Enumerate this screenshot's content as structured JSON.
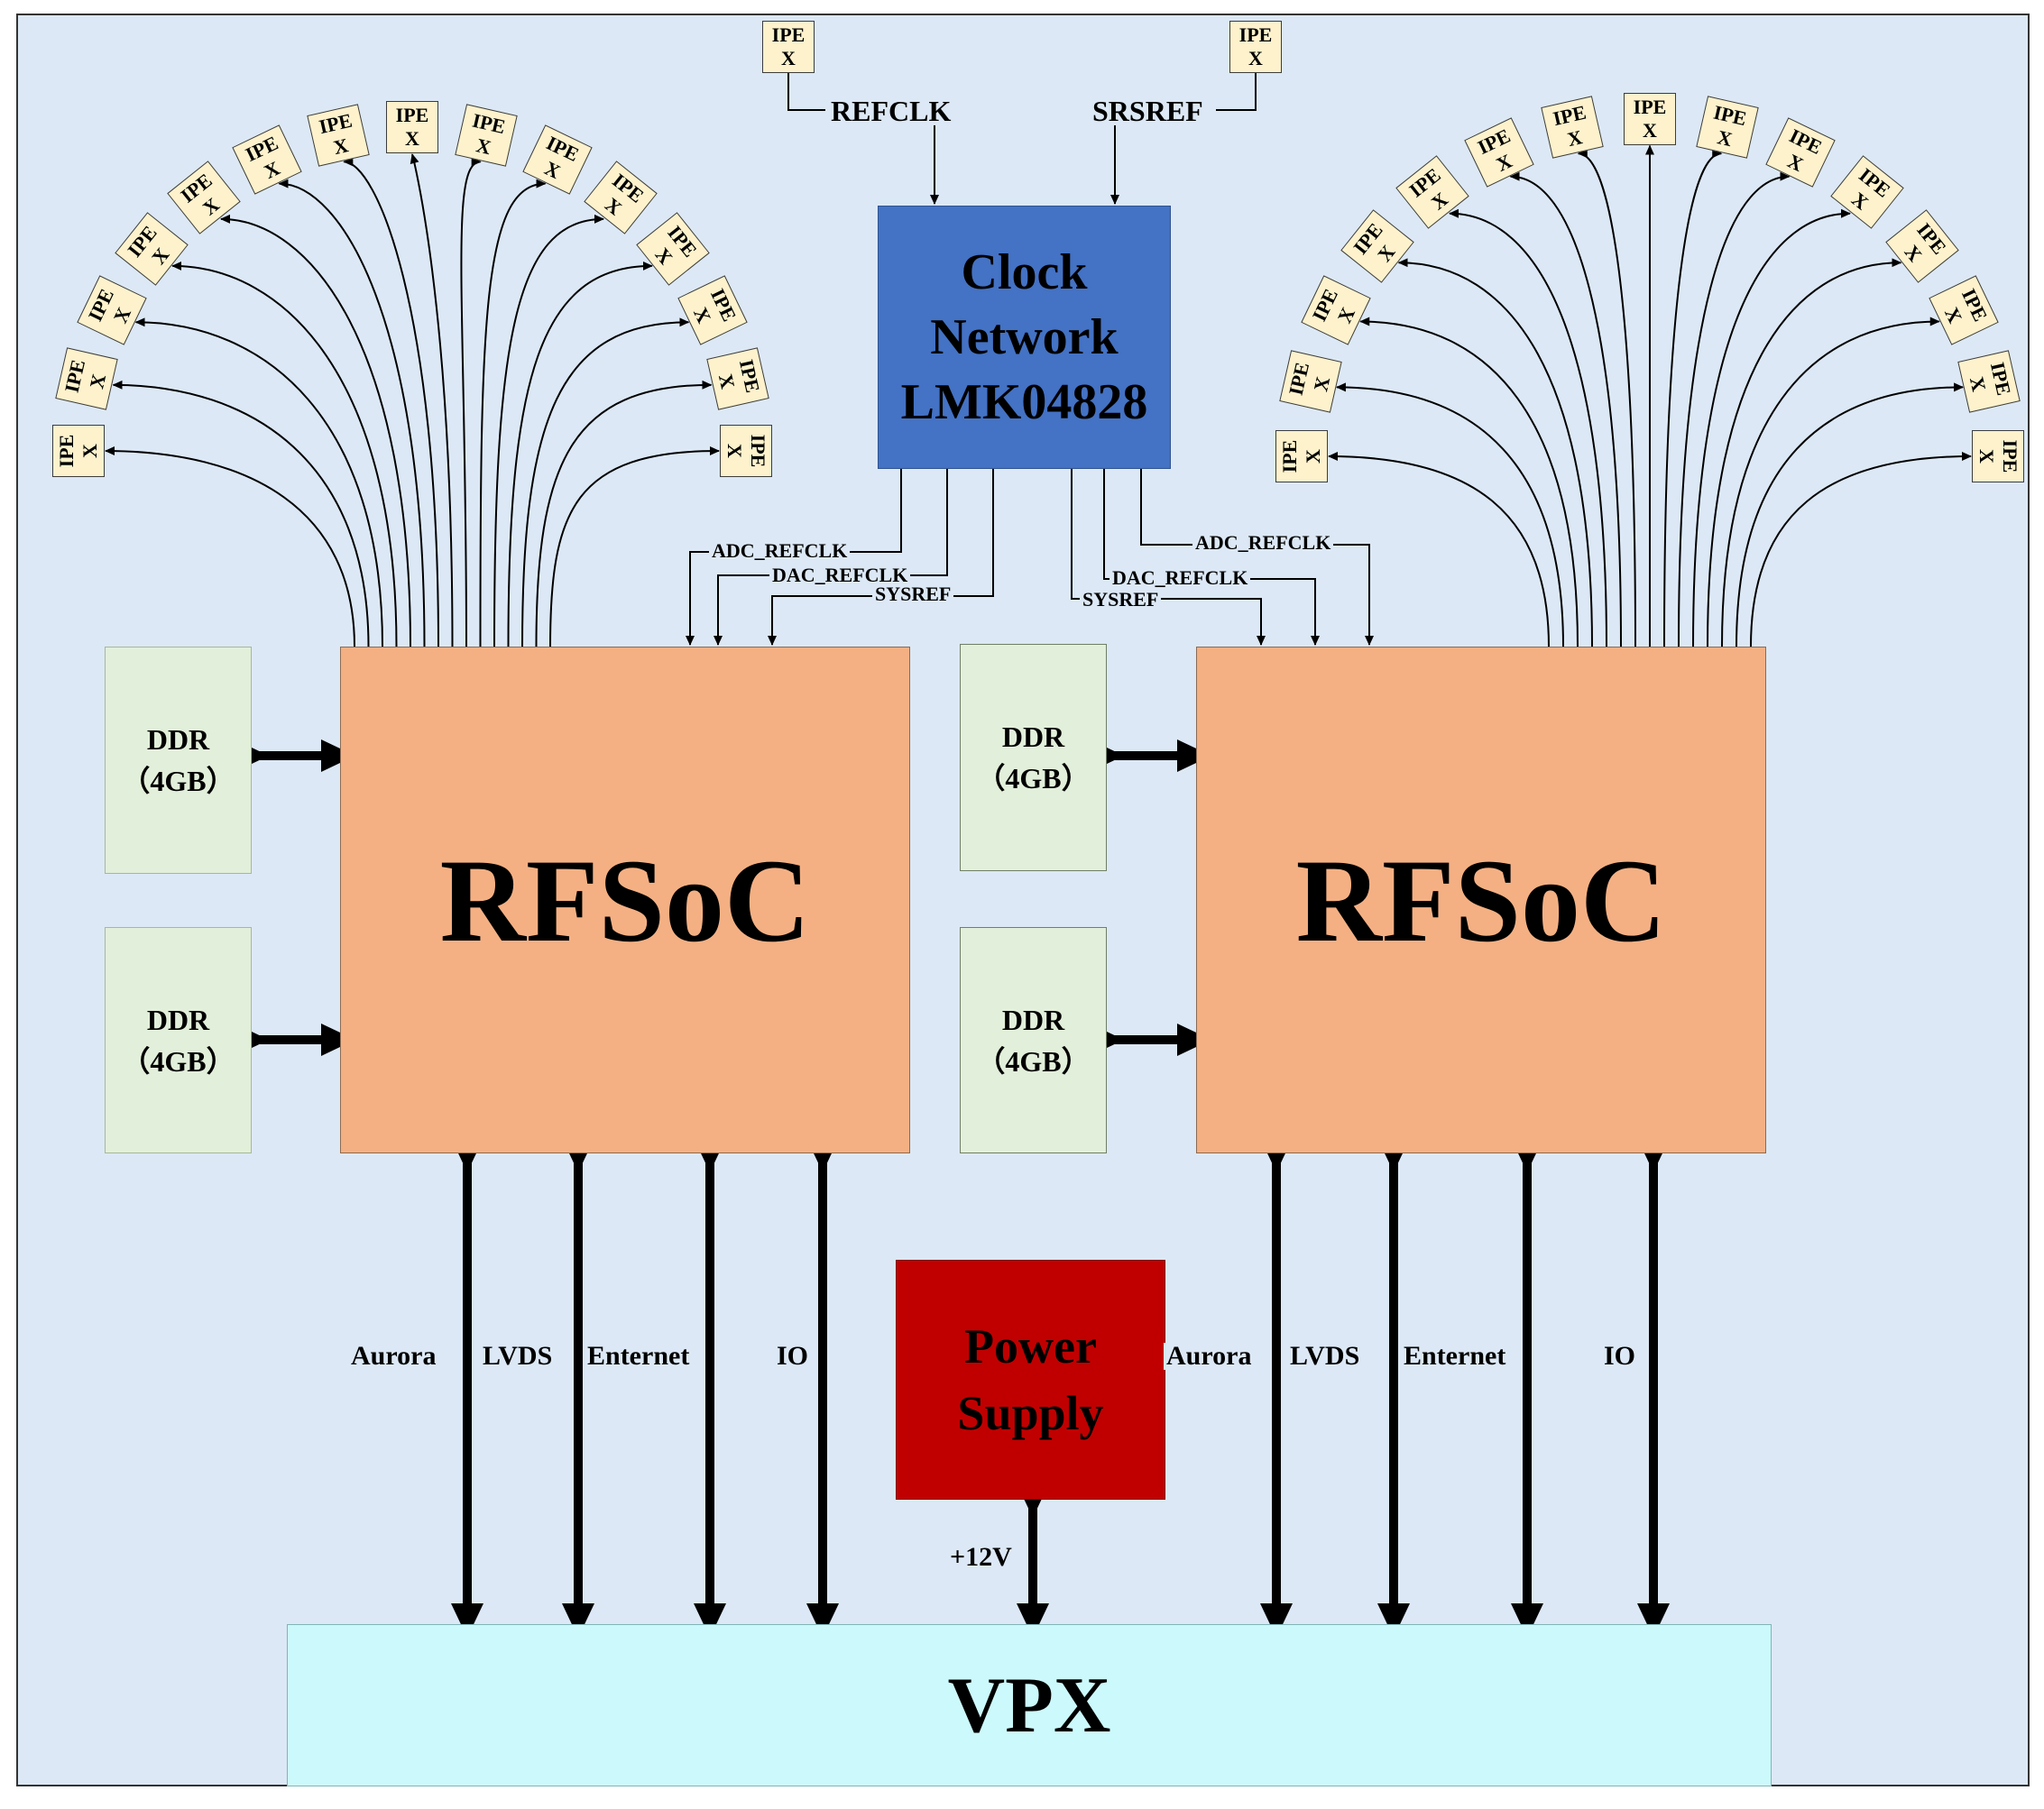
{
  "clock": {
    "line1": "Clock",
    "line2": "Network",
    "line3": "LMK04828"
  },
  "top_refs": {
    "left": {
      "ipe_top": "IPE",
      "ipe_bottom": "X",
      "signal": "REFCLK"
    },
    "right": {
      "ipe_top": "IPE",
      "ipe_bottom": "X",
      "signal": "SRSREF"
    }
  },
  "ipe_label": {
    "top": "IPE",
    "bottom": "X"
  },
  "clock_signals": {
    "left": [
      "ADC_REFCLK",
      "DAC_REFCLK",
      "SYSREF"
    ],
    "right": [
      "ADC_REFCLK",
      "DAC_REFCLK",
      "SYSREF"
    ]
  },
  "rfsoc": {
    "left_label": "RFSoC",
    "right_label": "RFSoC"
  },
  "ddr": [
    {
      "line1": "DDR",
      "line2": "（4GB）"
    },
    {
      "line1": "DDR",
      "line2": "（4GB）"
    },
    {
      "line1": "DDR",
      "line2": "（4GB）"
    },
    {
      "line1": "DDR",
      "line2": "（4GB）"
    }
  ],
  "buses": {
    "left": [
      "Aurora",
      "LVDS",
      "Enternet",
      "IO"
    ],
    "right": [
      "Aurora",
      "LVDS",
      "Enternet",
      "IO"
    ]
  },
  "power": {
    "line1": "Power",
    "line2": "Supply",
    "input": "+12V"
  },
  "vpx": {
    "label": "VPX"
  },
  "colors": {
    "background": "#dce8f5",
    "clock_block": "#4472c4",
    "rfsoc_block": "#f4b083",
    "ddr_block": "#e2efda",
    "power_block": "#c00000",
    "vpx_block": "#ccf9fb",
    "ipe_box": "#fdf2cc"
  }
}
